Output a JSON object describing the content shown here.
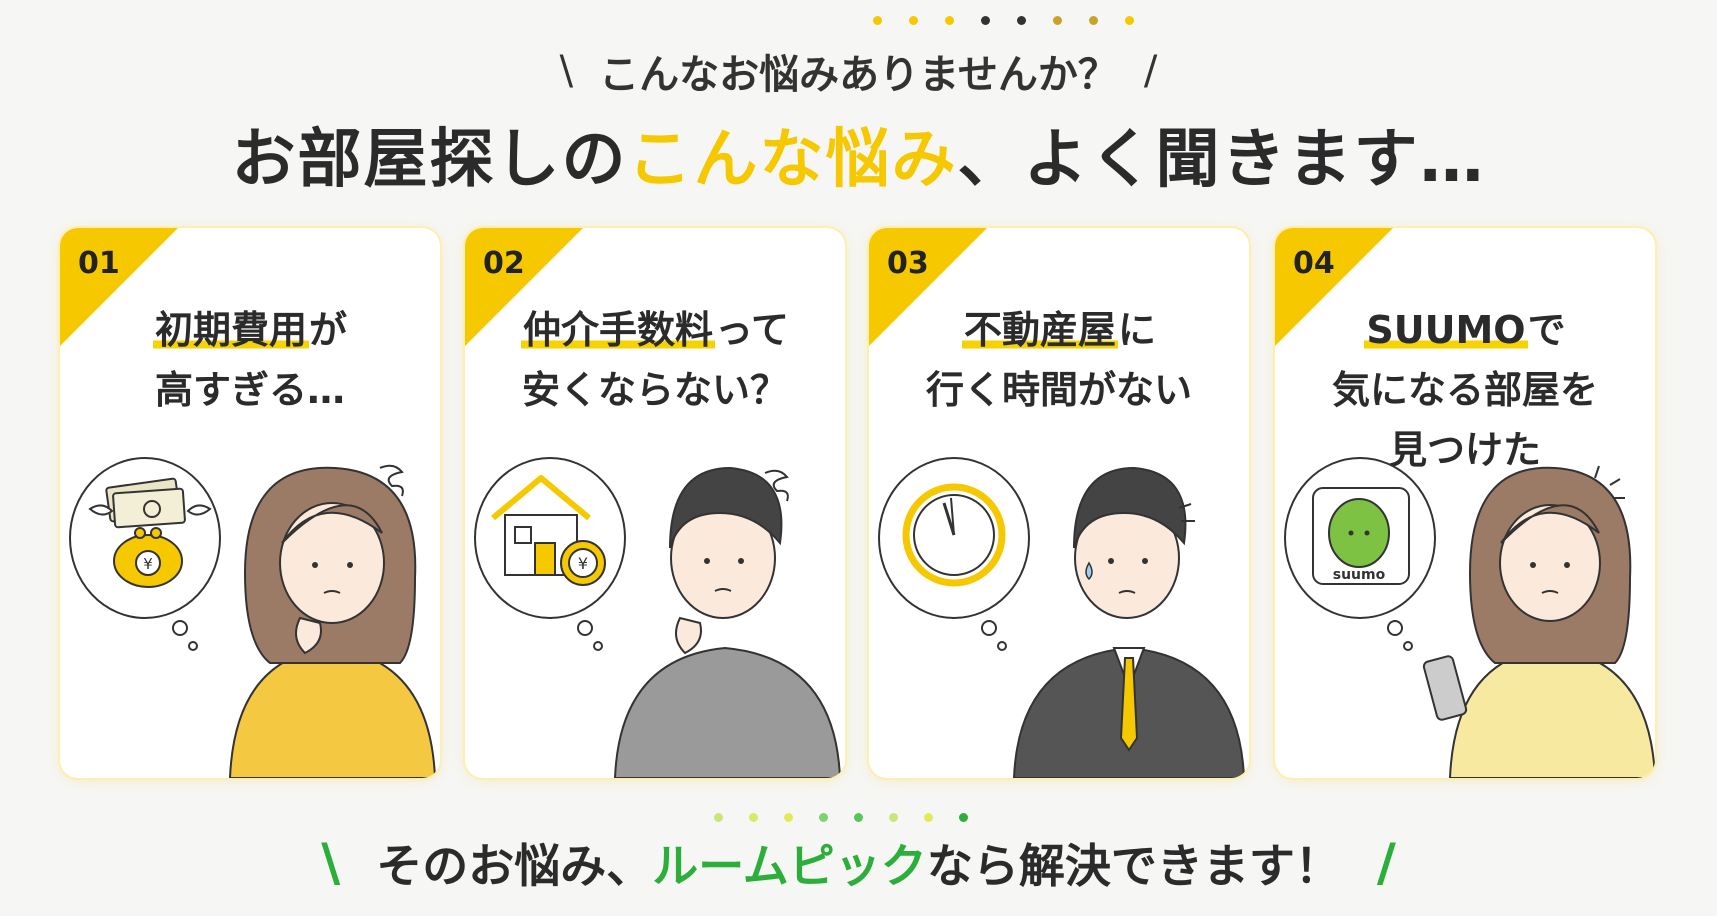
{
  "header": {
    "subtitle": "こんなお悩みありませんか？",
    "slash_left": "\\",
    "slash_right": "/",
    "title_before": "お部屋探しの",
    "title_accent": "こんな悩み",
    "title_after": "、よく聞きます…",
    "dot_colors": [
      "#f5c800",
      "#f5c800",
      "#f5c800",
      "#333333",
      "#333333",
      "#c8a32a",
      "#c8a32a",
      "#f5c800"
    ]
  },
  "cards": [
    {
      "number": "01",
      "highlight": "初期費用",
      "rest": "が",
      "line2": "高すぎる…",
      "line3": "",
      "shirt_color": "#f5c842",
      "icon": "wallet-money-icon"
    },
    {
      "number": "02",
      "highlight": "仲介手数料",
      "rest": "って",
      "line2": "安くならない？",
      "line3": "",
      "shirt_color": "#9a9a9a",
      "icon": "house-yen-icon"
    },
    {
      "number": "03",
      "highlight": "不動産屋",
      "rest": "に",
      "line2": "行く時間がない",
      "line3": "",
      "shirt_color": "#555555",
      "icon": "clock-icon"
    },
    {
      "number": "04",
      "highlight": "SUUMO",
      "rest": "で",
      "line2": "気になる部屋を",
      "line3": "見つけた",
      "shirt_color": "#f7e9a0",
      "icon": "suumo-app-icon",
      "app_label": "suumo"
    }
  ],
  "footer": {
    "before": "そのお悩み、",
    "accent": "ルームピック",
    "after": "なら解決できます！",
    "slash_left": "\\",
    "slash_right": "/",
    "dot_colors": [
      "#c8e67a",
      "#d9ea6a",
      "#e3ea5a",
      "#7dd46a",
      "#55c75a",
      "#c8e67a",
      "#e3ea5a",
      "#2cae3b"
    ]
  }
}
